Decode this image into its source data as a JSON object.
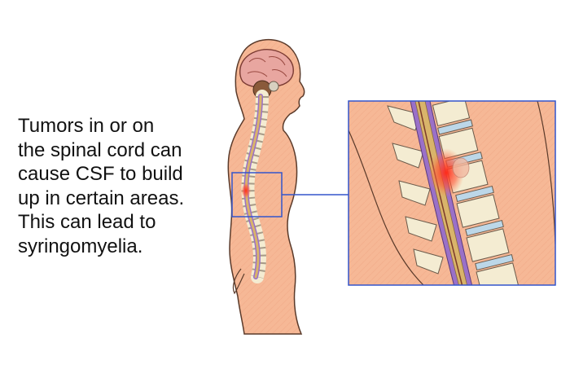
{
  "caption": {
    "lines": [
      "Tumors in or on",
      "the spinal cord can",
      "cause CSF to build",
      "up in certain areas.",
      "This can lead to",
      "syringomyelia."
    ]
  },
  "colors": {
    "skin": "#f6b896",
    "skin_outline": "#5a3a2a",
    "spinal_cord": "#d9b46a",
    "dura": "#9a70c8",
    "disc": "#bcd7e8",
    "bone": "#f4ecd2",
    "tumor": "#ff3a2a",
    "callout": "#3355cc"
  }
}
